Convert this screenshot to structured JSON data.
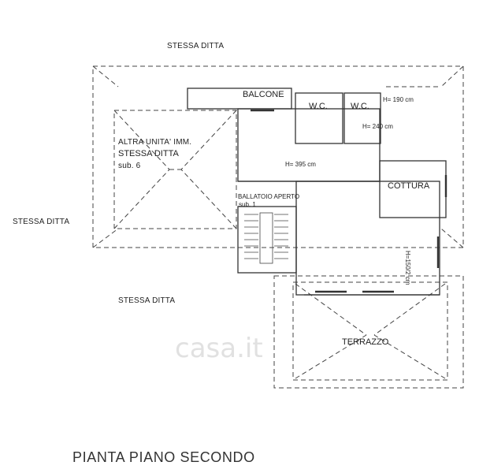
{
  "labels": {
    "top_neighbor": "STESSA DITTA",
    "left_neighbor": "STESSA DITTA",
    "bottom_neighbor": "STESSA DITTA",
    "other_unit_line1": "ALTRA UNITA' IMM.",
    "other_unit_line2": "STESSA DITTA",
    "other_unit_line3": "sub. 6",
    "balcone": "BALCONE",
    "wc1": "W.C.",
    "wc2": "W.C.",
    "h_wc": "H= 190 cm",
    "h_wc2": "H= 240 cm",
    "h_main": "H= 395 cm",
    "cottura": "COTTURA",
    "ballatoio": "BALLATOIO APERTO",
    "ballatoio_sub": "sub. 1",
    "h_right": "H=150/2 cm",
    "terrazzo": "TERRAZZO",
    "watermark": "casa.it"
  },
  "title": "PIANTA PIANO SECONDO",
  "colors": {
    "line": "#333333",
    "dash": "#555555",
    "watermark": "#c8c8c8"
  }
}
